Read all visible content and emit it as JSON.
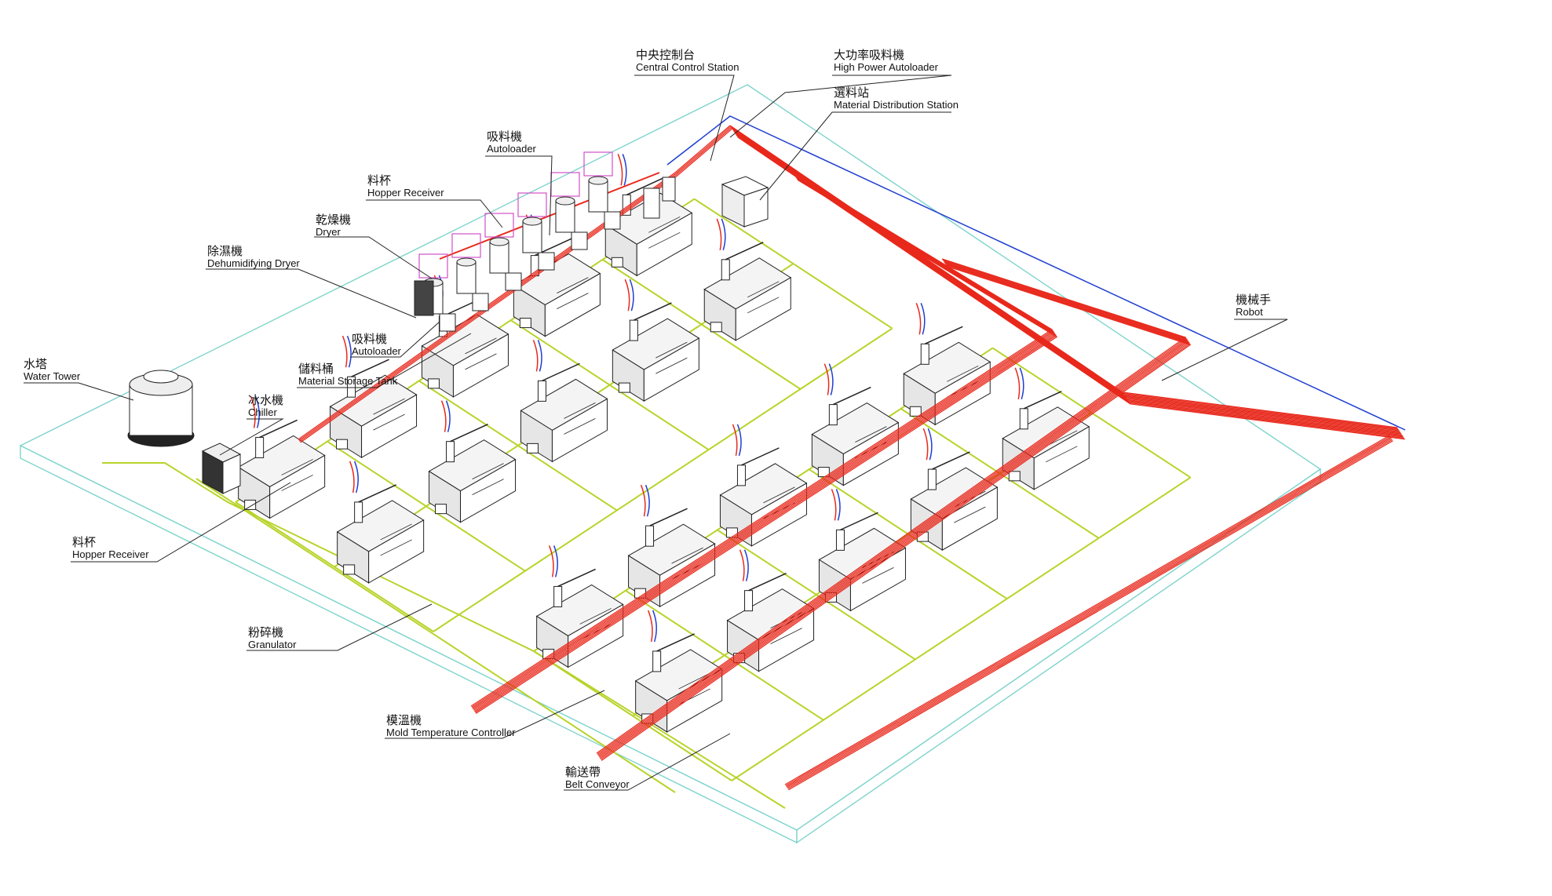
{
  "colors": {
    "floor": "#7fd4cc",
    "conveying_line": "#e8291c",
    "return_line": "#1f3fd1",
    "water_line": "#b7d42a",
    "equipment": "#222222",
    "receiver_frame": "#d050c8"
  },
  "labels": {
    "central_control": {
      "zh": "中央控制台",
      "en": "Central Control Station"
    },
    "high_power_autoloader": {
      "zh": "大功率吸料機",
      "en": "High Power Autoloader"
    },
    "material_distribution": {
      "zh": "選料站",
      "en": "Material Distribution Station"
    },
    "autoloader_top": {
      "zh": "吸料機",
      "en": "Autoloader"
    },
    "hopper_receiver_top": {
      "zh": "料杯",
      "en": "Hopper Receiver"
    },
    "dryer": {
      "zh": "乾燥機",
      "en": "Dryer"
    },
    "dehumidifying_dryer": {
      "zh": "除濕機",
      "en": "Dehumidifying Dryer"
    },
    "autoloader_low": {
      "zh": "吸料機",
      "en": "Autoloader"
    },
    "material_storage_tank": {
      "zh": "儲料桶",
      "en": "Material Storage Tank"
    },
    "water_tower": {
      "zh": "水塔",
      "en": "Water Tower"
    },
    "chiller": {
      "zh": "冰水機",
      "en": "Chiller"
    },
    "hopper_receiver_left": {
      "zh": "料杯",
      "en": "Hopper Receiver"
    },
    "granulator": {
      "zh": "粉碎機",
      "en": "Granulator"
    },
    "mold_temperature_controller": {
      "zh": "模溫機",
      "en": "Mold Temperature Controller"
    },
    "belt_conveyor": {
      "zh": "輸送帶",
      "en": "Belt Conveyor"
    },
    "robot": {
      "zh": "機械手",
      "en": "Robot"
    }
  }
}
